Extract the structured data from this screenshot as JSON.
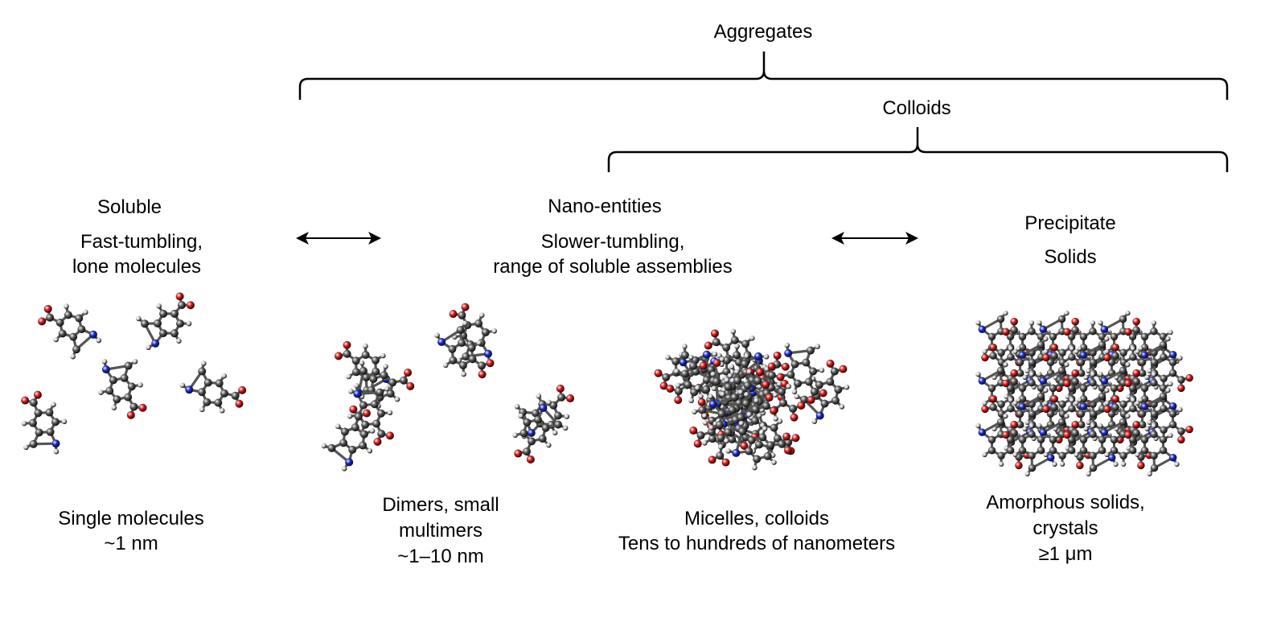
{
  "brackets": {
    "aggregates": "Aggregates",
    "colloids": "Colloids"
  },
  "states": {
    "soluble": {
      "title": "Soluble",
      "line1": "Fast-tumbling,",
      "line2": "lone molecules"
    },
    "nano": {
      "title": "Nano-entities",
      "line1": "Slower-tumbling,",
      "line2": "range of soluble assemblies"
    },
    "precipitate": {
      "title": "Precipitate",
      "line1": "Solids"
    }
  },
  "panels": {
    "single": {
      "line1": "Single molecules",
      "line2": "~1 nm"
    },
    "dimers": {
      "line1": "Dimers, small",
      "line2": "multimers",
      "line3": "~1–10 nm"
    },
    "micelles": {
      "line1": "Micelles, colloids",
      "line2": "Tens to hundreds of nanometers"
    },
    "solids": {
      "line1": "Amorphous solids,",
      "line2": "crystals",
      "line3": "≥1 μm"
    }
  },
  "atom_colors": {
    "carbon": "#5a5a5a",
    "hydrogen": "#d8d8d8",
    "oxygen": "#e01a1a",
    "nitrogen": "#1a2ad8"
  },
  "icons": [
    "equilibrium-arrow-icon",
    "molecule-icon"
  ]
}
